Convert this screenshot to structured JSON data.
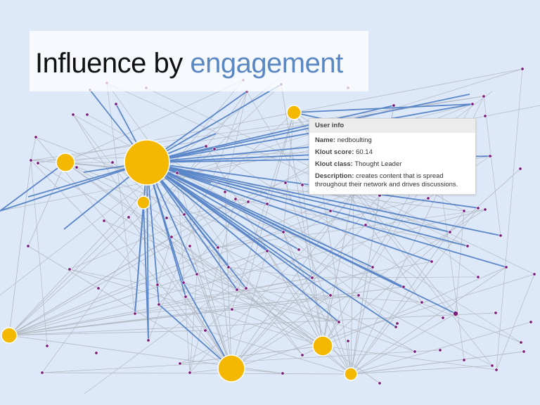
{
  "title": {
    "prefix": "Influence by",
    "accent": "engagement"
  },
  "tooltip": {
    "header": "User info",
    "name_label": "Name:",
    "name": "nedboulting",
    "score_label": "Klout score:",
    "score": "60.14",
    "class_label": "Klout class:",
    "class": "Thought Leader",
    "description_label": "Description:",
    "description": "creates content that is spread throughout their network and drives discussions."
  },
  "colors": {
    "background": "#dde9f9",
    "hub_node": "#f5b800",
    "small_node": "#7b1c7d",
    "engagement_edge": "#5b87c9",
    "other_edge": "#b4b9c2",
    "accent_text": "#5b87c2"
  }
}
